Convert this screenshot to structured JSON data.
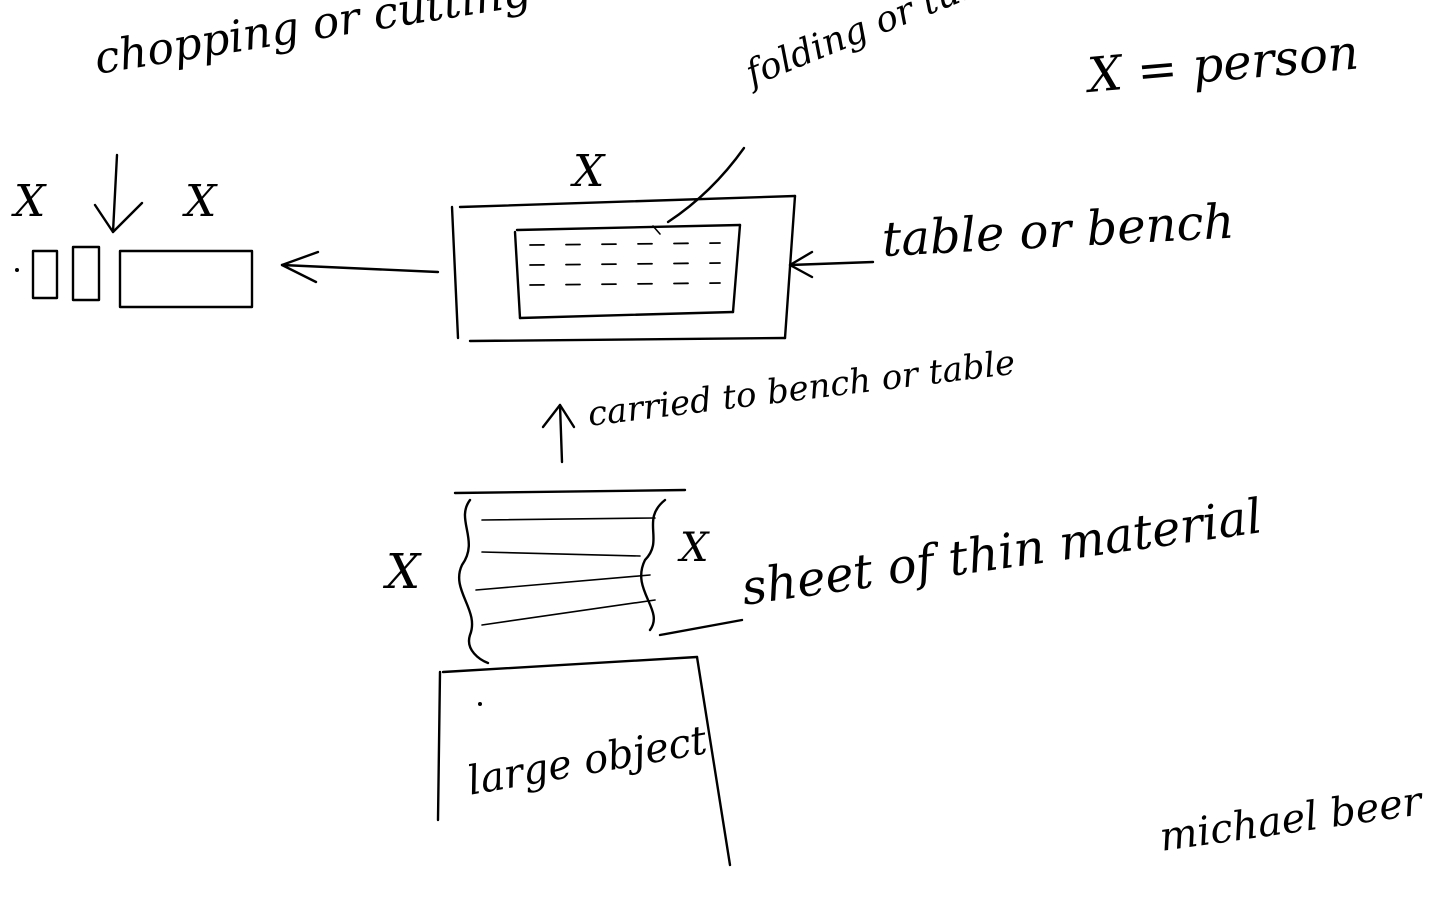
{
  "labels": {
    "chopping": "chopping or cutting",
    "folding": "folding or turning",
    "legend": "X = person",
    "table": "table or bench",
    "carried": "carried to bench or table",
    "sheet": "sheet of thin material",
    "large_object": "large object",
    "signature": "michael beer"
  },
  "person_mark": "X",
  "ink_color": "#000000",
  "paper_color": "#ffffff"
}
